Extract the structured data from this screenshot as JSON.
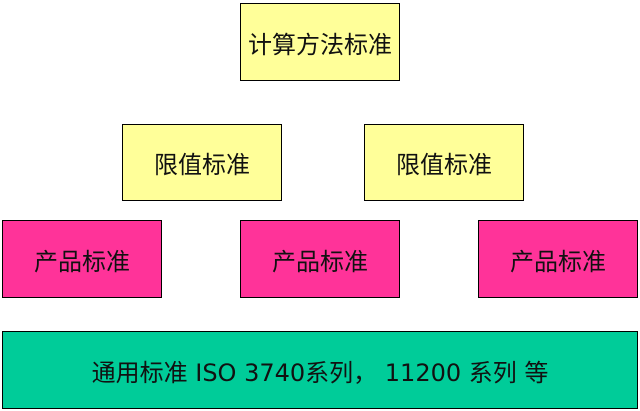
{
  "colors": {
    "yellow": "#ffff99",
    "pink": "#ff3399",
    "green": "#00cc99"
  },
  "diagram": {
    "top": "计算方法标准",
    "limits": [
      "限值标准",
      "限值标准"
    ],
    "products": [
      "产品标准",
      "产品标准",
      "产品标准"
    ],
    "general": "通用标准 ISO 3740系列， 11200 系列 等"
  }
}
